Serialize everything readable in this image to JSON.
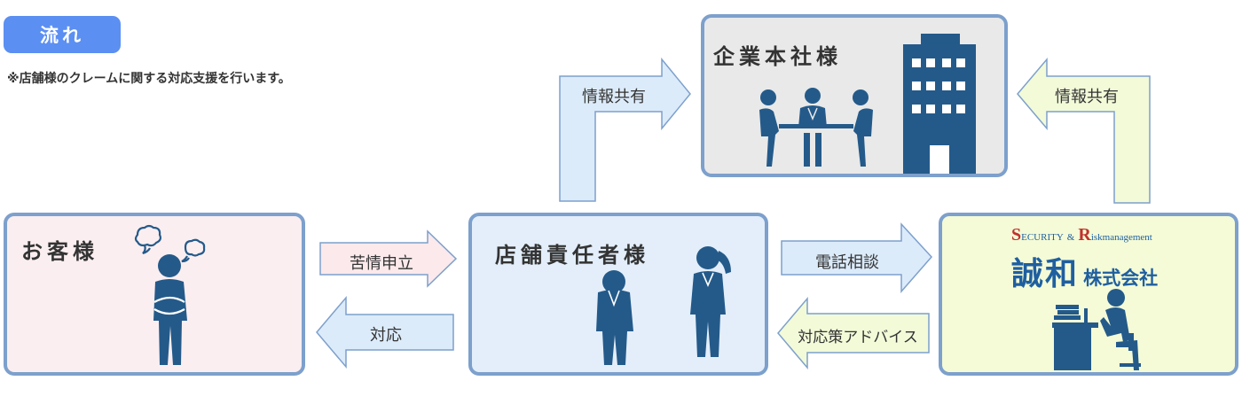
{
  "header": {
    "tag": "流れ",
    "note": "※店舗様のクレームに関する対応支援を行います。"
  },
  "nodes": {
    "customer": {
      "title": "お客様"
    },
    "store": {
      "title": "店舗責任者様"
    },
    "hq": {
      "title": "企業本社様"
    },
    "seiwa": {
      "logo_s": "S",
      "logo_ecurity": "ECURITY",
      "logo_amp": "&",
      "logo_r": "R",
      "logo_isk": "iskmanagement",
      "name": "誠和",
      "suffix": "株式会社"
    }
  },
  "edges": {
    "complaint": "苦情申立",
    "response": "対応",
    "info_left": "情報共有",
    "info_right": "情報共有",
    "consult": "電話相談",
    "advice": "対応策アドバイス"
  },
  "colors": {
    "border": "#7da0cc",
    "tag": "#5b8ff2",
    "customer_bg": "#fbeef0",
    "store_bg": "#e3eefa",
    "hq_bg": "#e9e9e9",
    "seiwa_bg": "#f4fbd6",
    "figure": "#245a8a",
    "arrow_pink": "#fbe9ec",
    "arrow_blue": "#dcebfa",
    "arrow_green": "#f2fad8"
  }
}
